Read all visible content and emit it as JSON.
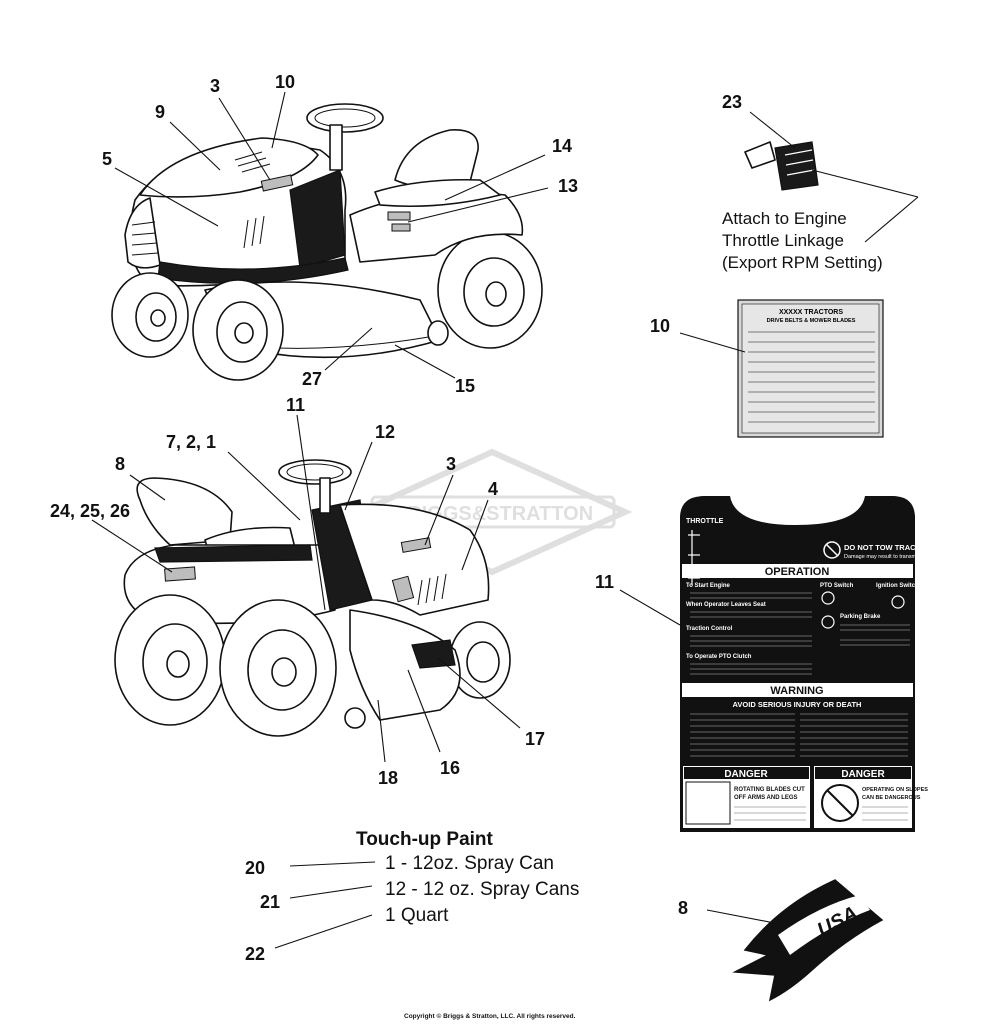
{
  "callouts": {
    "c3a": "3",
    "c10a": "10",
    "c9": "9",
    "c5": "5",
    "c14": "14",
    "c13": "13",
    "c27": "27",
    "c15": "15",
    "c11a": "11",
    "c12": "12",
    "c721": "7, 2, 1",
    "c3b": "3",
    "c8a": "8",
    "c4": "4",
    "c242526": "24, 25, 26",
    "c17": "17",
    "c16": "16",
    "c18": "18",
    "c23": "23",
    "c10b": "10",
    "c11b": "11",
    "c20": "20",
    "c21": "21",
    "c22": "22",
    "c8b": "8"
  },
  "throttle_note": {
    "line1": "Attach to Engine",
    "line2": "Throttle Linkage",
    "line3": "(Export RPM Setting)"
  },
  "belt_decal": {
    "title1": "XXXXX TRACTORS",
    "title2": "DRIVE BELTS & MOWER BLADES"
  },
  "operation_decal": {
    "throttle": "THROTTLE",
    "do_not_tow": "DO NOT TOW TRACTOR!",
    "do_not_tow_sub": "Damage may result to transmission",
    "operation": "OPERATION",
    "start_engine": "To Start Engine",
    "operator_leaves": "When Operator Leaves Seat",
    "traction": "Traction Control",
    "pto_clutch": "To Operate PTO Clutch",
    "pto_switch": "PTO Switch",
    "ignition": "Ignition Switch",
    "parking": "Parking Brake",
    "warning": "WARNING",
    "avoid": "AVOID SERIOUS INJURY OR DEATH",
    "danger1": "DANGER",
    "danger2": "DANGER",
    "danger1_text1": "ROTATING BLADES CUT",
    "danger1_text2": "OFF ARMS AND LEGS",
    "danger2_text1": "OPERATING ON SLOPES",
    "danger2_text2": "CAN BE DANGEROUS"
  },
  "usa_decal": {
    "text": "USA"
  },
  "touchup": {
    "title": "Touch-up Paint",
    "item1": "1 - 12oz. Spray Can",
    "item2": "12 - 12 oz. Spray Cans",
    "item3": "1 Quart"
  },
  "watermark": {
    "text": "BRIGGS&STRATTON"
  },
  "copyright": {
    "text": "Copyright © Briggs & Stratton, LLC. All rights reserved."
  }
}
